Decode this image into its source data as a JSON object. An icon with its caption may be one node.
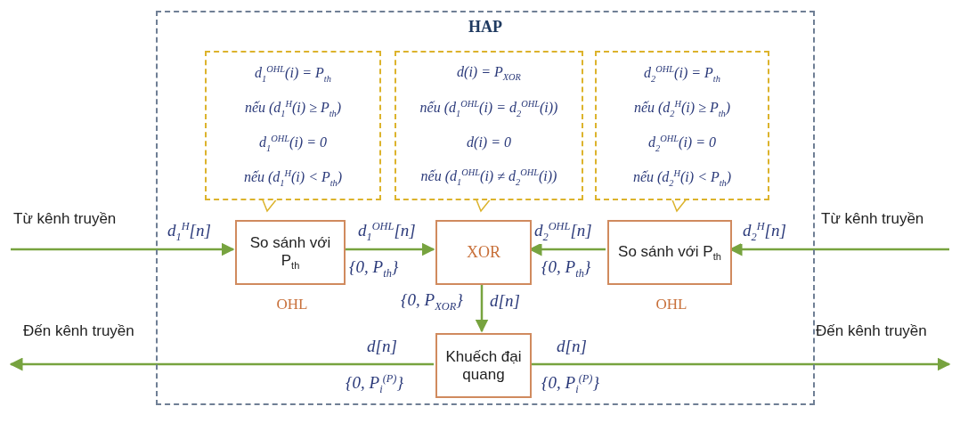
{
  "diagram": {
    "nodes": [
      {
        "text": [
          "HAP"
        ]
      },
      {
        "text": [
          "d$_{1}$$^{OHL}$(i) = P$_{th}$",
          "nếu (d$_{1}$$^{H}$(i) ≥ P$_{th}$)",
          "d$_{1}$$^{OHL}$(i) = 0",
          "nếu (d$_{1}$$^{H}$(i) < P$_{th}$)"
        ],
        "in": 0
      },
      {
        "text": [
          "d(i) = P$_{XOR}$",
          "nếu (d$_{1}$$^{OHL}$(i) = d$_{2}$$^{OHL}$(i))",
          "d(i) = 0",
          "nếu (d$_{1}$$^{OHL}$(i) ≠ d$_{2}$$^{OHL}$(i))"
        ],
        "in": 0
      },
      {
        "text": [
          "d$_{2}$$^{OHL}$(i) = P$_{th}$",
          "nếu (d$_{2}$$^{H}$(i) ≥ P$_{th}$)",
          "d$_{2}$$^{OHL}$(i) = 0",
          "nếu (d$_{2}$$^{H}$(i) < P$_{th}$)"
        ],
        "in": 0
      },
      {
        "text": [
          "So sánh với P$_{th}$"
        ],
        "beside": [
          "OHL"
        ],
        "in": 0
      },
      {
        "text": [
          "XOR"
        ],
        "in": 0
      },
      {
        "text": [
          "So sánh với P$_{th}$"
        ],
        "beside": [
          "OHL"
        ],
        "in": 0
      },
      {
        "text": [
          "Khuếch đại quang"
        ],
        "in": 0
      }
    ],
    "edges": [
      {
        "from": null,
        "to": 4,
        "arrow": "to",
        "label": "d$_{1}$$^{H}$[n]"
      },
      {
        "from": 4,
        "to": 5,
        "arrow": "to",
        "label": "d$_{1}$$^{OHL}$[n]"
      },
      {
        "from": null,
        "to": 6,
        "arrow": "to",
        "label": "d$_{2}$$^{H}$[n]"
      },
      {
        "from": 6,
        "to": 5,
        "arrow": "to",
        "label": "d$_{2}$$^{OHL}$[n]"
      },
      {
        "from": 5,
        "to": 7,
        "arrow": "to",
        "label": "d[n]"
      },
      {
        "from": 7,
        "to": null,
        "arrow": "to",
        "label": "d[n]"
      },
      {
        "from": 7,
        "to": null,
        "arrow": "to",
        "label": "d[n]"
      }
    ],
    "labels": [
      "Từ kênh truyền",
      "Từ kênh truyền",
      "{0, P$_{th}$}",
      "{0, P$_{th}$}",
      "{0, P$_{XOR}$}",
      "Đến kênh truyền",
      "Đến kênh truyền",
      "{0, P$_{i}$$^{(P)}$}",
      "{0, P$_{i}$$^{(P)}$}"
    ]
  }
}
